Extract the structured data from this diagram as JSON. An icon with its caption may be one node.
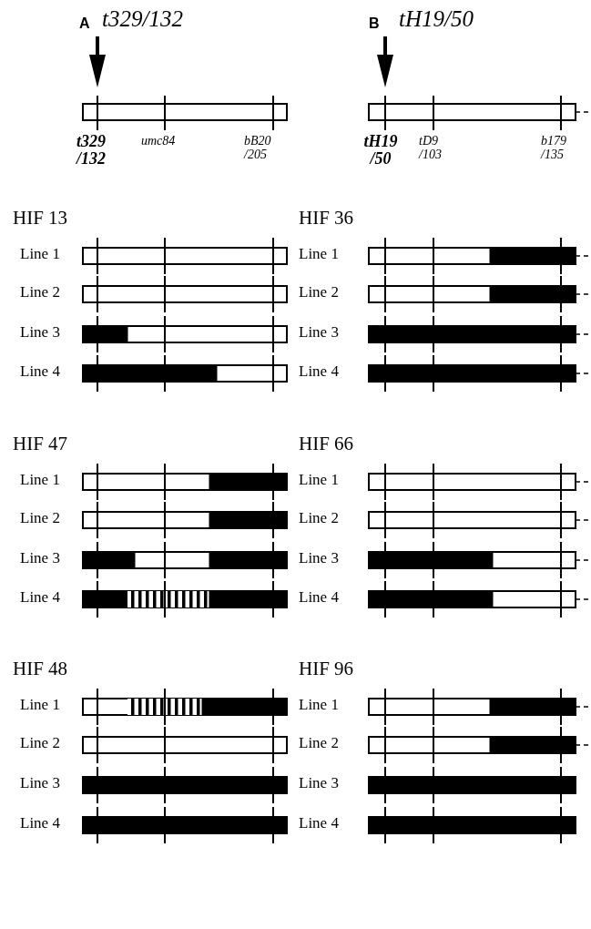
{
  "diagram": {
    "labels": [
      "A",
      "t329/132",
      "B",
      "tH19/50",
      "t329 /132",
      "umc84",
      "bB20 /205",
      "tH19 /50",
      "tD9 /103",
      "b179 /135",
      "HIF 13",
      "HIF 36",
      "Line 1",
      "Line 1",
      "Line 2",
      "Line 2",
      "Line 3",
      "Line 3",
      "Line 4",
      "Line 4",
      "HIF 47",
      "HIF 66",
      "Line 1",
      "Line 1",
      "Line 2",
      "Line 2",
      "Line 3",
      "Line 3",
      "Line 4",
      "Line 4",
      "HIF 48",
      "HIF 96",
      "Line 1",
      "Line 1",
      "Line 2",
      "Line 2",
      "Line 3",
      "Line 3",
      "Line 4",
      "Line 4"
    ]
  }
}
